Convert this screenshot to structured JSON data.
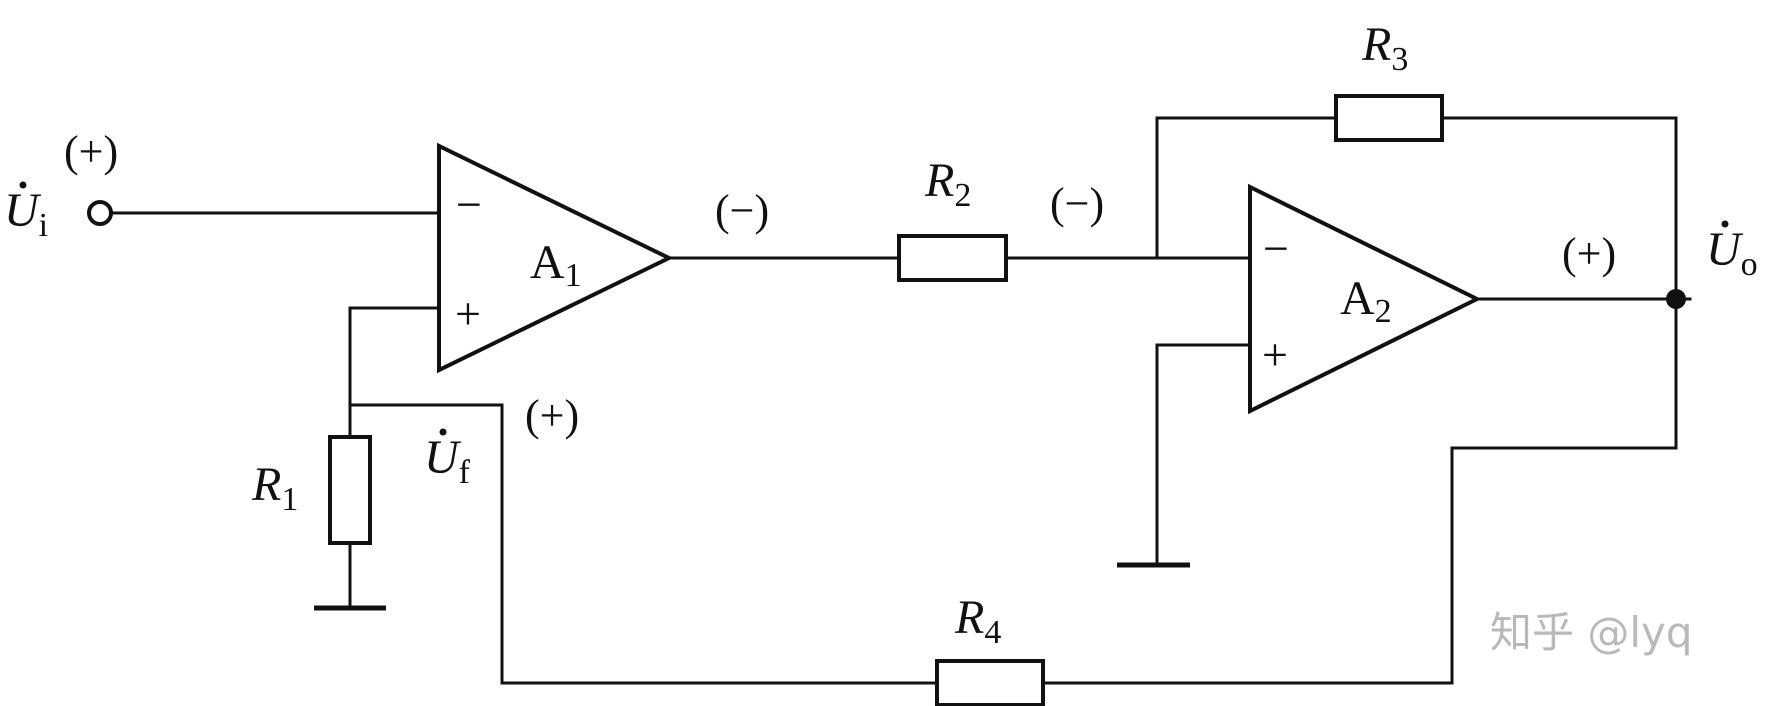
{
  "opamps": {
    "a1": {
      "letter": "A",
      "sub": "1",
      "minus": "−",
      "plus": "+"
    },
    "a2": {
      "letter": "A",
      "sub": "2",
      "minus": "−",
      "plus": "+"
    }
  },
  "resistors": {
    "r1": {
      "letter": "R",
      "sub": "1"
    },
    "r2": {
      "letter": "R",
      "sub": "2"
    },
    "r3": {
      "letter": "R",
      "sub": "3"
    },
    "r4": {
      "letter": "R",
      "sub": "4"
    }
  },
  "signals": {
    "ui": {
      "letter": "U",
      "sub": "i"
    },
    "uf": {
      "letter": "U",
      "sub": "f"
    },
    "uo": {
      "letter": "U",
      "sub": "o"
    }
  },
  "polarities": {
    "input": "(+)",
    "a1_output": "(−)",
    "a2_inverting_input": "(−)",
    "output": "(+)",
    "feedback": "(+)"
  },
  "watermark": "知乎 @lyq"
}
